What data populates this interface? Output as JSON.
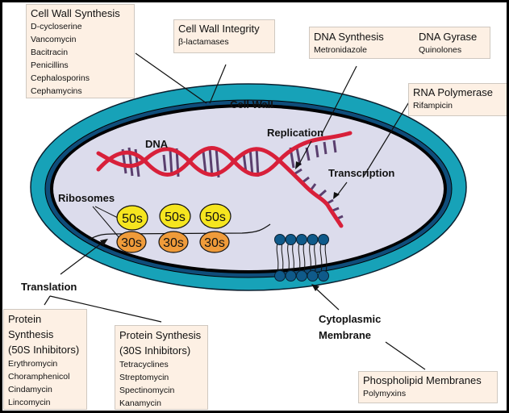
{
  "title": "Antibiotic targets in a bacterial cell",
  "colors": {
    "cell_wall": "#17a2b8",
    "membrane": "#0f4d7a",
    "cytoplasm": "#dcdcec",
    "dna_strand": "#d8203a",
    "dna_base": "#5a3f6e",
    "ribosome_50s": "#f5e51f",
    "ribosome_30s": "#ef9b3a",
    "phospholipid_head": "#0f5a8a",
    "box_fill": "#fdf0e4"
  },
  "structure_labels": {
    "cell_wall": "Cell Wall",
    "dna": "DNA",
    "replication": "Replication",
    "transcription": "Transcription",
    "ribosomes": "Ribosomes",
    "translation": "Translation",
    "cytoplasmic_membrane_line1": "Cytoplasmic",
    "cytoplasmic_membrane_line2": "Membrane",
    "ribosome_large": "50s",
    "ribosome_small": "30s"
  },
  "boxes": {
    "cell_wall_synthesis": {
      "heading": "Cell Wall Synthesis",
      "drugs": [
        "D-cycloserine",
        "Vancomycin",
        "Bacitracin",
        "Penicillins",
        "Cephalosporins",
        "Cephamycins"
      ]
    },
    "cell_wall_integrity": {
      "heading": "Cell Wall Integrity",
      "drugs": [
        "β-lactamases"
      ]
    },
    "dna_synthesis": {
      "heading": "DNA Synthesis",
      "drugs": [
        "Metronidazole"
      ]
    },
    "dna_gyrase": {
      "heading": "DNA Gyrase",
      "drugs": [
        "Quinolones"
      ]
    },
    "rna_polymerase": {
      "heading": "RNA Polymerase",
      "drugs": [
        "Rifampicin"
      ]
    },
    "protein_synthesis_50s": {
      "heading_lines": [
        "Protein",
        "Synthesis",
        "(50S Inhibitors)"
      ],
      "drugs": [
        "Erythromycin",
        "Choramphenicol",
        "Cindamycin",
        "Lincomycin"
      ]
    },
    "protein_synthesis_30s": {
      "heading_lines": [
        "Protein Synthesis",
        "(30S Inhibitors)"
      ],
      "drugs": [
        "Tetracyclines",
        "Streptomycin",
        "Spectinomycin",
        "Kanamycin"
      ]
    },
    "phospholipid_membranes": {
      "heading": "Phospholipid Membranes",
      "drugs": [
        "Polymyxins"
      ]
    }
  }
}
